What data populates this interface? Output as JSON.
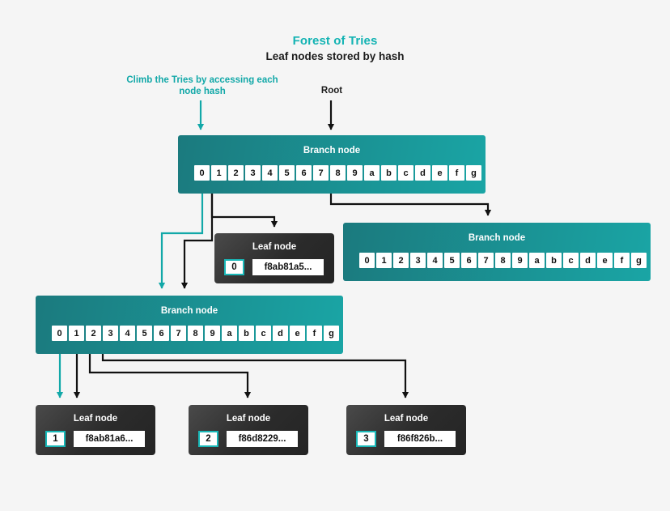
{
  "header": {
    "title": "Forest of Tries",
    "subtitle": "Leaf nodes stored by hash"
  },
  "annotations": {
    "climb": "Climb the Tries by accessing each node hash",
    "root": "Root"
  },
  "labels": {
    "branch_node": "Branch node",
    "leaf_node": "Leaf node"
  },
  "nibbles": [
    "0",
    "1",
    "2",
    "3",
    "4",
    "5",
    "6",
    "7",
    "8",
    "9",
    "a",
    "b",
    "c",
    "d",
    "e",
    "f",
    "g"
  ],
  "branch_nodes": [
    {
      "id": "branch-root",
      "title": "Branch node"
    },
    {
      "id": "branch-right",
      "title": "Branch node"
    },
    {
      "id": "branch-left",
      "title": "Branch node"
    }
  ],
  "leaf_nodes": [
    {
      "id": "leaf-0",
      "title": "Leaf node",
      "index": "0",
      "hash": "f8ab81a5..."
    },
    {
      "id": "leaf-1",
      "title": "Leaf node",
      "index": "1",
      "hash": "f8ab81a6..."
    },
    {
      "id": "leaf-2",
      "title": "Leaf node",
      "index": "2",
      "hash": "f86d8229..."
    },
    {
      "id": "leaf-3",
      "title": "Leaf node",
      "index": "3",
      "hash": "f86f826b..."
    }
  ],
  "colors": {
    "accent_teal": "#13b3b3",
    "wire_teal": "#12a8a8",
    "wire_black": "#111111",
    "branch_gradient_start": "#1b7a7e",
    "branch_gradient_end": "#1aa5a5",
    "leaf_dark": "#2b2b2b",
    "background": "#f5f5f5"
  }
}
